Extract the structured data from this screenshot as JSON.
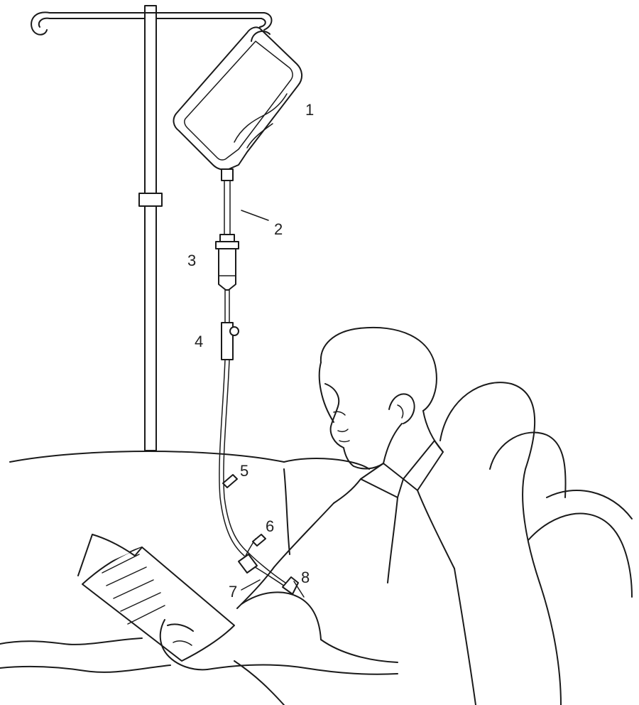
{
  "labels": {
    "iv_bag": "1",
    "tubing": "2",
    "drip_chamber": "3",
    "roller_clamp": "4",
    "injection_port_upper": "5",
    "injection_port_lower": "6",
    "connector": "7",
    "cannula": "8"
  }
}
